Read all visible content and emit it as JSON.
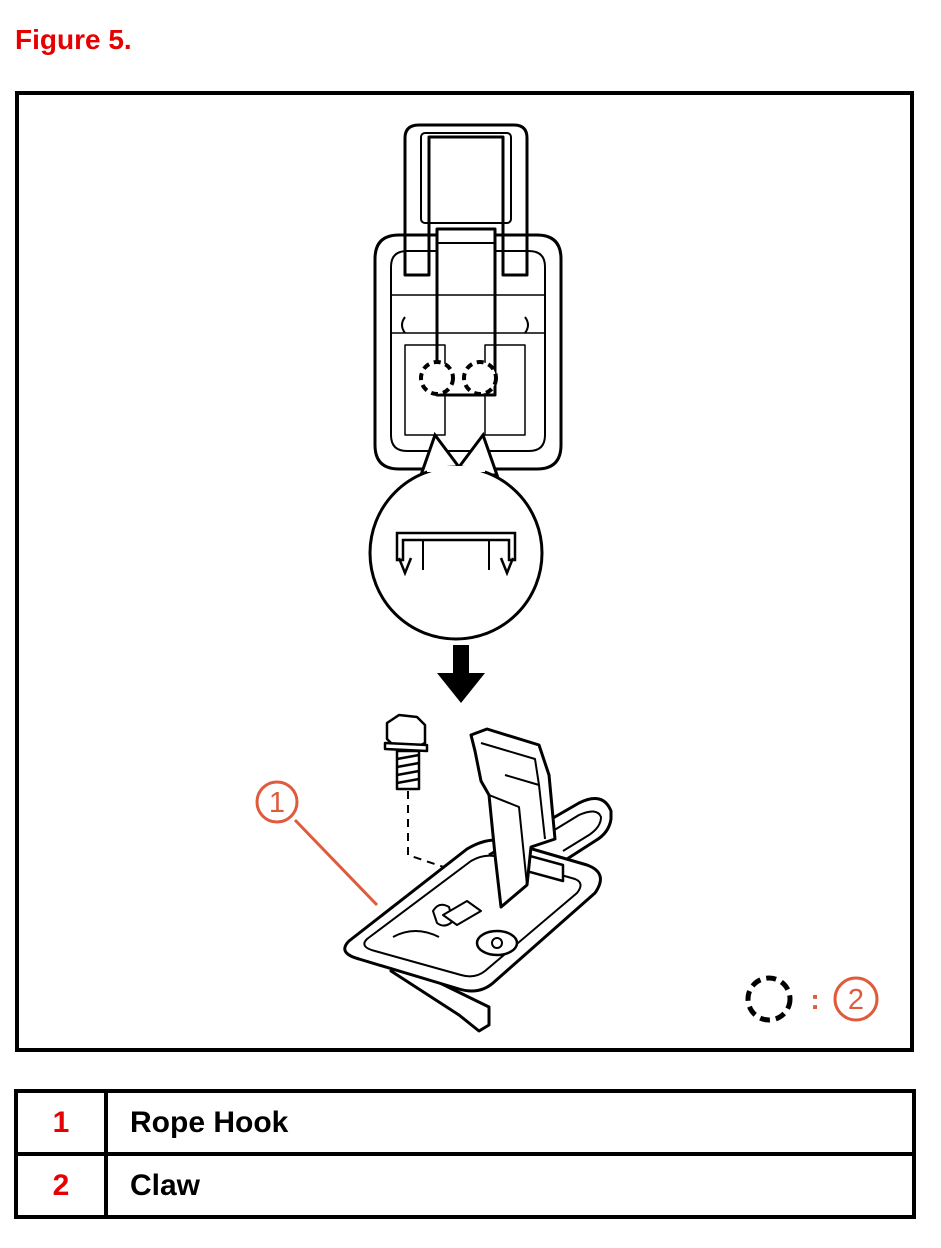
{
  "figure": {
    "title": "Figure 5.",
    "callouts": [
      {
        "number": "1",
        "target": "rope hook"
      },
      {
        "number": "2",
        "target": "claw (dashed circle key)"
      }
    ],
    "key": {
      "symbol": "dashed-circle",
      "separator": ":",
      "number": "2"
    }
  },
  "legend": {
    "rows": [
      {
        "number": "1",
        "label": "Rope Hook"
      },
      {
        "number": "2",
        "label": "Claw"
      }
    ]
  },
  "colors": {
    "title": "#e60000",
    "legend_number": "#e60000",
    "callout": "#e05a3c",
    "line": "#000000"
  }
}
